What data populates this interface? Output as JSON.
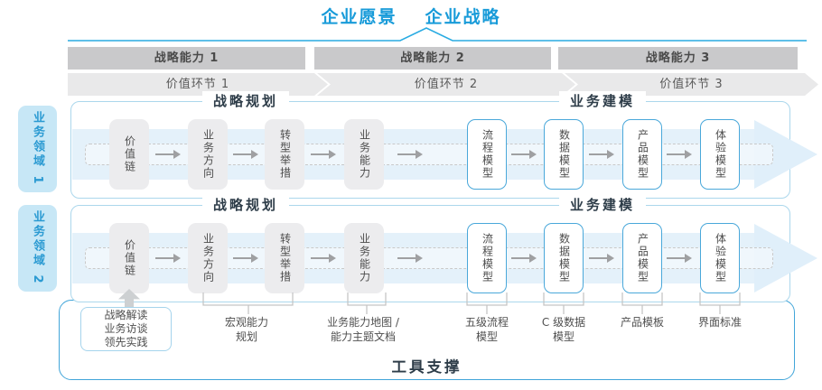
{
  "header": {
    "vision": "企业愿景",
    "strategy": "企业战略"
  },
  "capabilities": [
    {
      "label": "战略能力 1"
    },
    {
      "label": "战略能力 2"
    },
    {
      "label": "战略能力 3"
    }
  ],
  "value_links": [
    {
      "label": "价值环节 1"
    },
    {
      "label": "价值环节 2"
    },
    {
      "label": "价值环节 3"
    }
  ],
  "domains": [
    {
      "label": "业务领域 1"
    },
    {
      "label": "业务领域 2"
    }
  ],
  "rows": [
    {
      "planning_title": "战略规划",
      "modeling_title": "业务建模",
      "planning_boxes": [
        {
          "label": "价值链"
        },
        {
          "label": "业务方向"
        },
        {
          "label": "转型举措"
        },
        {
          "label": "业务能力"
        }
      ],
      "modeling_boxes": [
        {
          "label": "流程模型"
        },
        {
          "label": "数据模型"
        },
        {
          "label": "产品模型"
        },
        {
          "label": "体验模型"
        }
      ]
    },
    {
      "planning_title": "战略规划",
      "modeling_title": "业务建模",
      "planning_boxes": [
        {
          "label": "价值链"
        },
        {
          "label": "业务方向"
        },
        {
          "label": "转型举措"
        },
        {
          "label": "业务能力"
        }
      ],
      "modeling_boxes": [
        {
          "label": "流程模型"
        },
        {
          "label": "数据模型"
        },
        {
          "label": "产品模型"
        },
        {
          "label": "体验模型"
        }
      ]
    }
  ],
  "annotations": {
    "sources_box": {
      "text": "战略解读\n业务访谈\n领先实践"
    },
    "labels": [
      {
        "text": "宏观能力\n规划"
      },
      {
        "text": "业务能力地图 /\n能力主题文档"
      },
      {
        "text": "五级流程\n模型"
      },
      {
        "text": "C 级数据\n模型"
      },
      {
        "text": "产品模板"
      },
      {
        "text": "界面标准"
      }
    ]
  },
  "footer": {
    "tool_support": "工具支撑"
  },
  "colors": {
    "title_blue": "#189bd9",
    "pointer_line_blue": "#29abe2",
    "row_border_blue": "#abd7ec",
    "band_blue": "#e4f1fa",
    "tab_fill": "#c7e7f6",
    "tab_text_blue": "#2a9ad2",
    "capability_bar_gray": "#c9c9cb",
    "chevron_gray": "#e9e9ea",
    "gray_box_fill": "#ececee",
    "blue_box_border": "#4aa8da",
    "tool_panel_border": "#41a5d9",
    "annotation_gray": "#4f4f4f"
  }
}
